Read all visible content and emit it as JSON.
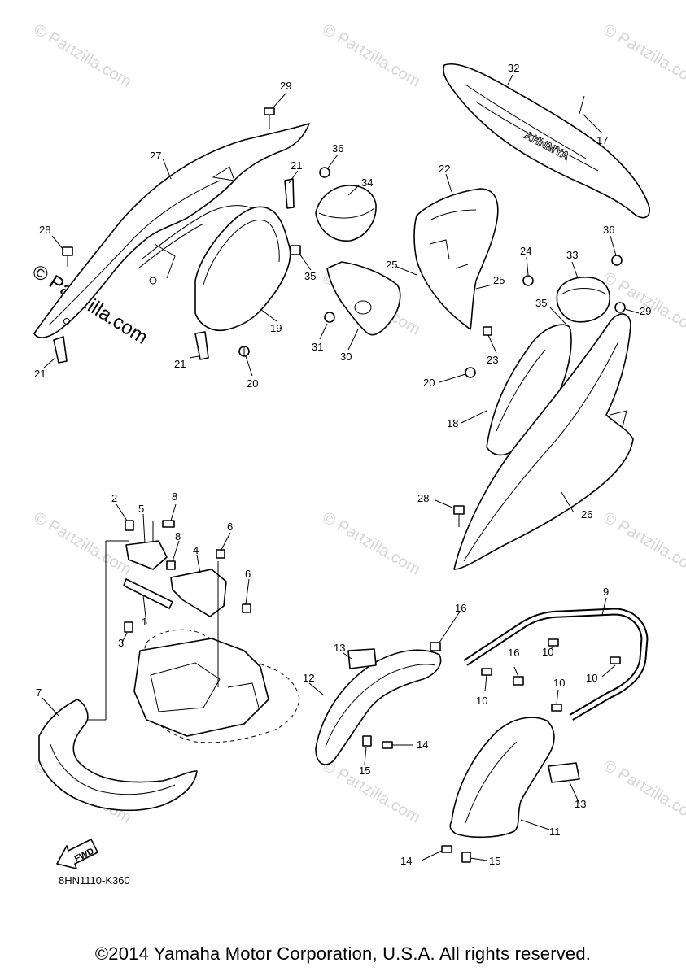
{
  "watermark": {
    "text": "© Partzilla.com",
    "prominent_text": "© Partzilla.com",
    "color": "#d6d6d6"
  },
  "callouts": {
    "c29a": "29",
    "c27": "27",
    "c36a": "36",
    "c34": "34",
    "c21a": "21",
    "c28a": "28",
    "c35a": "35",
    "c19": "19",
    "c31": "31",
    "c30": "30",
    "c21b": "21",
    "c20a": "20",
    "c21c": "21",
    "c32": "32",
    "c17": "17",
    "c22": "22",
    "c25a": "25",
    "c24": "24",
    "c25b": "25",
    "c33": "33",
    "c36b": "36",
    "c35b": "35",
    "c29b": "29",
    "c23": "23",
    "c20b": "20",
    "c18": "18",
    "c28b": "28",
    "c26": "26",
    "c2": "2",
    "c5": "5",
    "c8a": "8",
    "c8b": "8",
    "c6a": "6",
    "c4": "4",
    "c6b": "6",
    "c1": "1",
    "c3": "3",
    "c7": "7",
    "c13a": "13",
    "c16a": "16",
    "c12": "12",
    "c14a": "14",
    "c15a": "15",
    "c9": "9",
    "c10a": "10",
    "c10b": "10",
    "c10c": "10",
    "c10d": "10",
    "c16b": "16",
    "c13b": "13",
    "c11": "11",
    "c14b": "14",
    "c15b": "15"
  },
  "fwd_label": "FWD",
  "diagram_code": "8HN1110-K360",
  "copyright": "©2014 Yamaha Motor Corporation, U.S.A. All rights reserved."
}
